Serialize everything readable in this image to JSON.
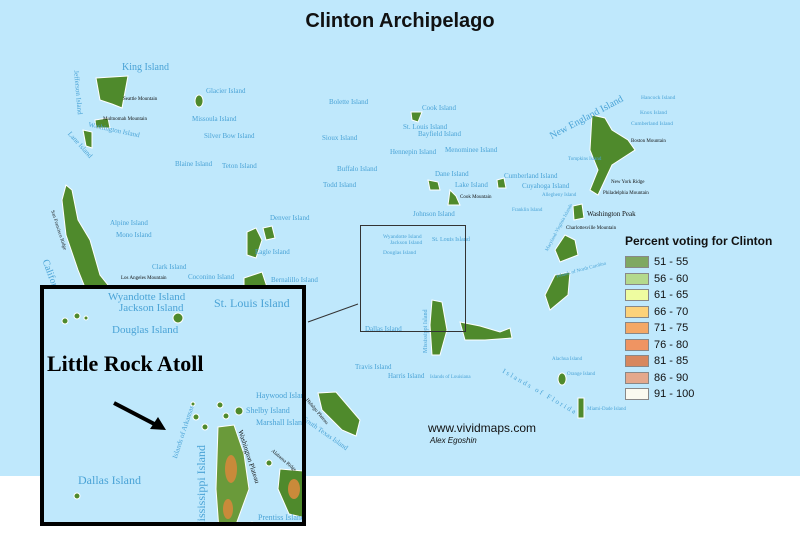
{
  "title": "Clinton Archipelago",
  "labels": {
    "king": "King Island",
    "jefferson": "Jefferson Island",
    "seattle": "Seattle Mountain",
    "multnomah": "Multnomah Mountain",
    "washington": "Washington Island",
    "lane": "Lane Island",
    "glacier": "Glacier Island",
    "missoula": "Missoula Island",
    "silverbow": "Silver Bow Island",
    "blaine": "Blaine Island",
    "teton": "Teton Island",
    "sanfran": "San Francisco Ridge",
    "california": "California",
    "alpine": "Alpine Island",
    "mono": "Mono Island",
    "clark": "Clark Island",
    "losangeles": "Los Angeles Mountain",
    "coconino": "Coconino Island",
    "denver": "Denver Island",
    "eagle": "Eagle Island",
    "bernalillo": "Bernalillo Island",
    "bolette": "Bolette Island",
    "cook": "Cook Island",
    "stlouis_n": "St. Louis Island",
    "bayfield": "Bayfield Island",
    "sioux": "Sioux Island",
    "hennepin": "Hennepin Island",
    "menominee": "Menominee Island",
    "buffalo": "Buffalo Island",
    "todd": "Todd Island",
    "dane": "Dane Island",
    "lake": "Lake Island",
    "cookmtn": "Cook Mountain",
    "cumberland_c": "Cumberland Island",
    "cuyahoga": "Cuyahoga Island",
    "allegheny": "Allegheny Island",
    "johnson": "Johnson Island",
    "franklin": "Franklin Island",
    "thompkins": "Tompkins Island",
    "newengland": "New England Island",
    "hancock": "Hancock Island",
    "knox": "Knox Island",
    "cumberland_ne": "Cumberland Island",
    "boston": "Boston Mountain",
    "newyork": "New York Ridge",
    "philadelphia": "Philadelphia Mountain",
    "washpeak": "Washington Peak",
    "charlottesville": "Charlottesville Mountain",
    "maryland": "Maryland-Virginia Islands",
    "ncarolina": "Islands of North Carolina",
    "wyandotte": "Wyandotte Island",
    "jackson": "Jackson Island",
    "douglas": "Douglas Island",
    "stlouis": "St. Louis Island",
    "dallas": "Dallas Island",
    "travis": "Travis Island",
    "harris": "Harris Island",
    "hidalgo": "Hidalgo Plateau",
    "southtexas": "South Texas Island",
    "florida": "Islands of Florida",
    "miamidade": "Miami-Dade Island",
    "orange": "Orange Island",
    "alachua": "Alachua Island",
    "louisiana": "Islands of Louisiana",
    "mississippi": "Mississippi Island"
  },
  "inset": {
    "title": "Little Rock Atoll",
    "wyandotte": "Wyandotte Island",
    "jackson": "Jackson Island",
    "douglas": "Douglas Island",
    "stlouis": "St. Louis Island",
    "arkansas": "Islands of Arkansas",
    "haywood": "Haywood Island",
    "shelby": "Shelby Island",
    "marshall": "Marshall Island",
    "washplateau": "Washington Plateau",
    "alabama": "Alabama Ridge",
    "dallas": "Dallas Island",
    "mississippi": "Mississippi Island",
    "prentiss": "Prentiss Island"
  },
  "legend": {
    "title": "Percent voting for Clinton",
    "items": [
      {
        "label": "51 - 55",
        "color": "#7fa862"
      },
      {
        "label": "56 - 60",
        "color": "#b4d98c"
      },
      {
        "label": "61 - 65",
        "color": "#eefca0"
      },
      {
        "label": "66 - 70",
        "color": "#fcd27a"
      },
      {
        "label": "71 - 75",
        "color": "#f4a866"
      },
      {
        "label": "76 - 80",
        "color": "#ef9462"
      },
      {
        "label": "81 - 85",
        "color": "#d7875e"
      },
      {
        "label": "86 - 90",
        "color": "#e4a88c"
      },
      {
        "label": "91 - 100",
        "color": "#fafaf0"
      }
    ]
  },
  "credit": "www.vividmaps.com",
  "author": "Alex Egoshin",
  "colors": {
    "sea": "#bfe8fc",
    "land": "#4f8a2c"
  }
}
